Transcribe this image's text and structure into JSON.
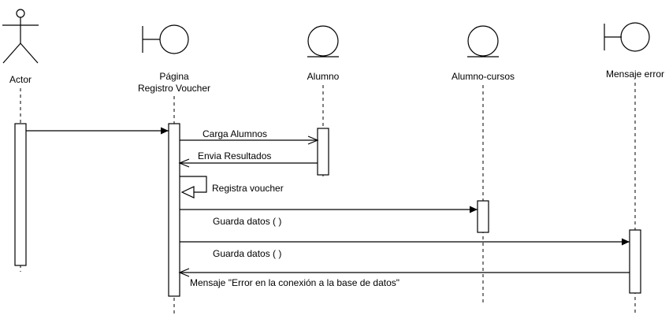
{
  "participants": [
    {
      "id": "actor",
      "kind": "actor",
      "label_lines": [
        "Actor"
      ]
    },
    {
      "id": "pagina",
      "kind": "boundary",
      "label_lines": [
        "Página",
        "Registro Voucher"
      ]
    },
    {
      "id": "alumno",
      "kind": "entity",
      "label_lines": [
        "Alumno"
      ]
    },
    {
      "id": "alumno_cursos",
      "kind": "entity",
      "label_lines": [
        "Alumno-cursos"
      ]
    },
    {
      "id": "mensaje_error",
      "kind": "boundary",
      "label_lines": [
        "Mensaje error"
      ]
    }
  ],
  "messages": [
    {
      "from": "actor",
      "to": "pagina",
      "label": ""
    },
    {
      "from": "pagina",
      "to": "alumno",
      "label": "Carga Alumnos"
    },
    {
      "from": "alumno",
      "to": "pagina",
      "label": "Envia Resultados"
    },
    {
      "from": "pagina",
      "to": "pagina",
      "label": "Registra voucher"
    },
    {
      "from": "pagina",
      "to": "alumno_cursos",
      "label": "Guarda datos ( )"
    },
    {
      "from": "pagina",
      "to": "mensaje_error",
      "label": "Guarda datos ( )"
    },
    {
      "from": "mensaje_error",
      "to": "pagina",
      "label": "Mensaje \"Error en la conexión a la base de datos\""
    }
  ]
}
